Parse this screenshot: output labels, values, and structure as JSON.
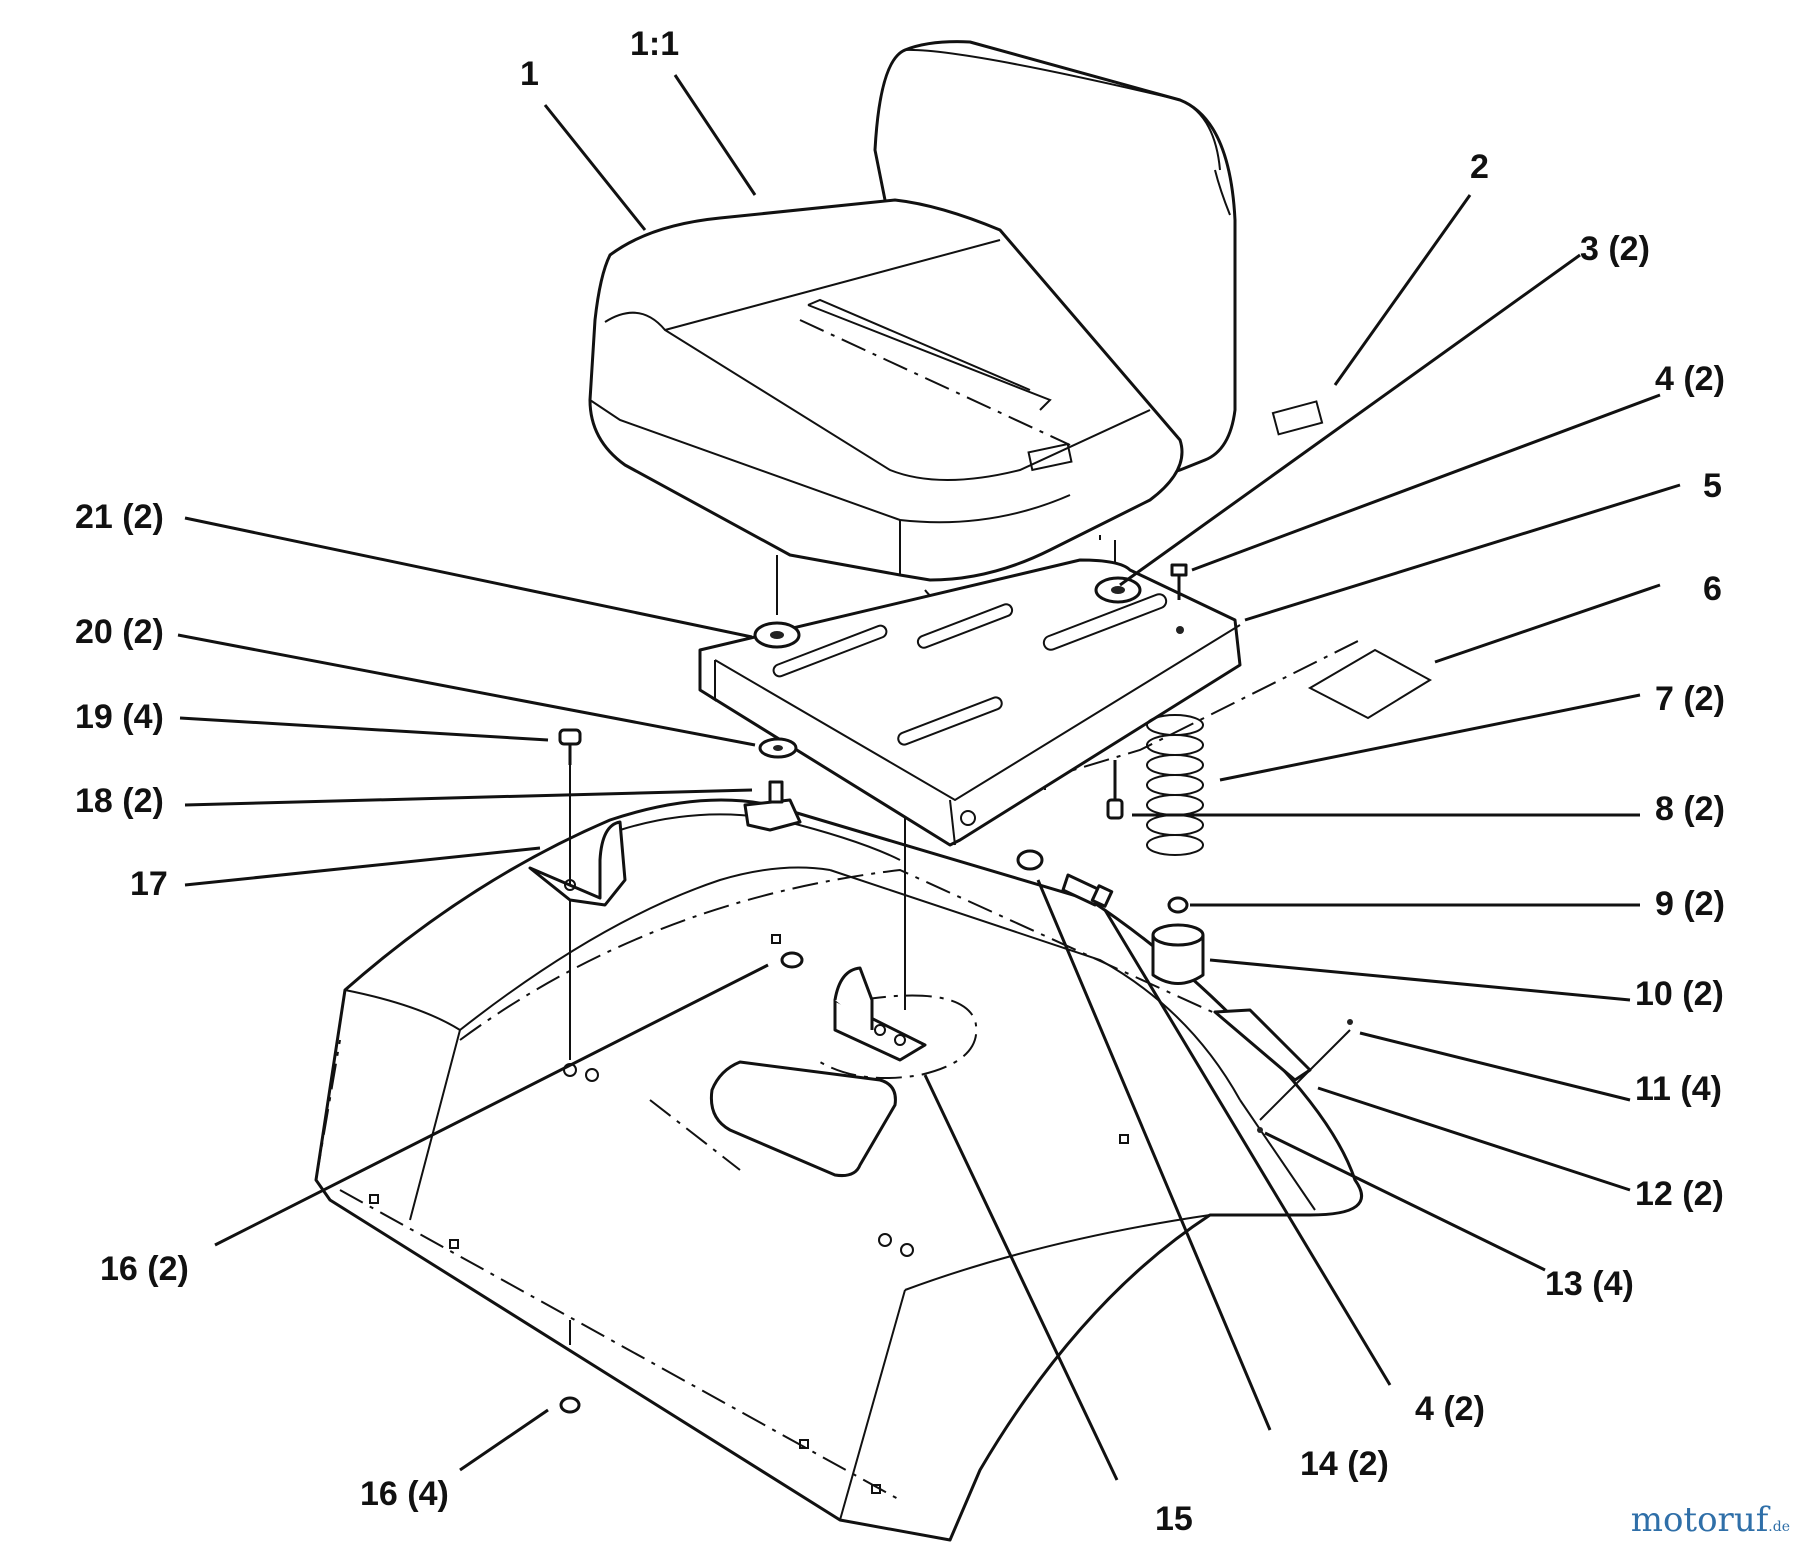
{
  "callouts": {
    "c1": "1",
    "c1_1": "1:1",
    "c2": "2",
    "c3": "3 (2)",
    "c4a": "4 (2)",
    "c5": "5",
    "c6": "6",
    "c7": "7 (2)",
    "c8": "8 (2)",
    "c9": "9 (2)",
    "c10": "10 (2)",
    "c11": "11 (4)",
    "c12": "12 (2)",
    "c13": "13 (4)",
    "c4b": "4 (2)",
    "c14": "14 (2)",
    "c15": "15",
    "c16a": "16 (4)",
    "c16b": "16 (2)",
    "c17": "17",
    "c18": "18 (2)",
    "c19": "19 (4)",
    "c20": "20 (2)",
    "c21": "21 (2)"
  },
  "watermark": {
    "text": "motoruf",
    "suffix": ".de"
  }
}
